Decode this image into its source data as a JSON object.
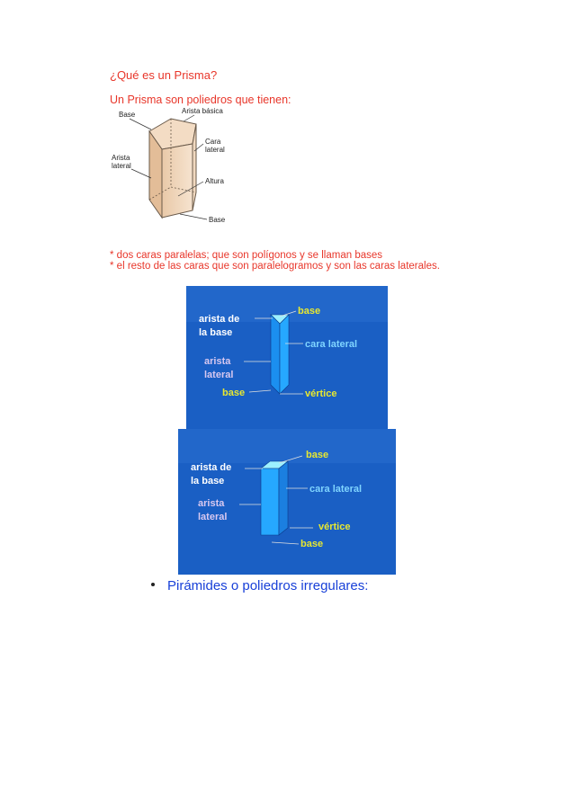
{
  "heading": "¿Qué es un Prisma?",
  "intro": "Un Prisma son poliedros que tienen:",
  "figure1": {
    "labels": {
      "base_top": "Base",
      "arista_basica": "Arista básica",
      "cara_lateral_1": "Cara",
      "cara_lateral_2": "lateral",
      "arista_lateral_1": "Arista",
      "arista_lateral_2": "lateral",
      "altura": "Altura",
      "base_bottom": "Base"
    }
  },
  "bullets": [
    "* dos caras paralelas; que son polígonos y se llaman bases",
    "* el resto de las caras que son paralelogramos y son las caras laterales."
  ],
  "panel1": {
    "label_base_top": "base",
    "label_arista_base_1": "arista de",
    "label_arista_base_2": "la base",
    "label_cara_lateral": "cara lateral",
    "label_arista_lateral_1": "arista",
    "label_arista_lateral_2": "lateral",
    "label_base_bottom": "base",
    "label_vertice": "vértice"
  },
  "panel2": {
    "label_base_top": "base",
    "label_arista_base_1": "arista de",
    "label_arista_base_2": "la base",
    "label_cara_lateral": "cara lateral",
    "label_arista_lateral_1": "arista",
    "label_arista_lateral_2": "lateral",
    "label_vertice": "vértice",
    "label_base_bottom": "base"
  },
  "list_item": "Pirámides o poliedros irregulares:",
  "colors": {
    "heading_red": "#e8362a",
    "panel_blue": "#1a5fc4",
    "label_yellow": "#e8e830",
    "label_cyan": "#7fd4ff",
    "label_lilac": "#d8c8f0",
    "link_blue": "#1840d8"
  }
}
